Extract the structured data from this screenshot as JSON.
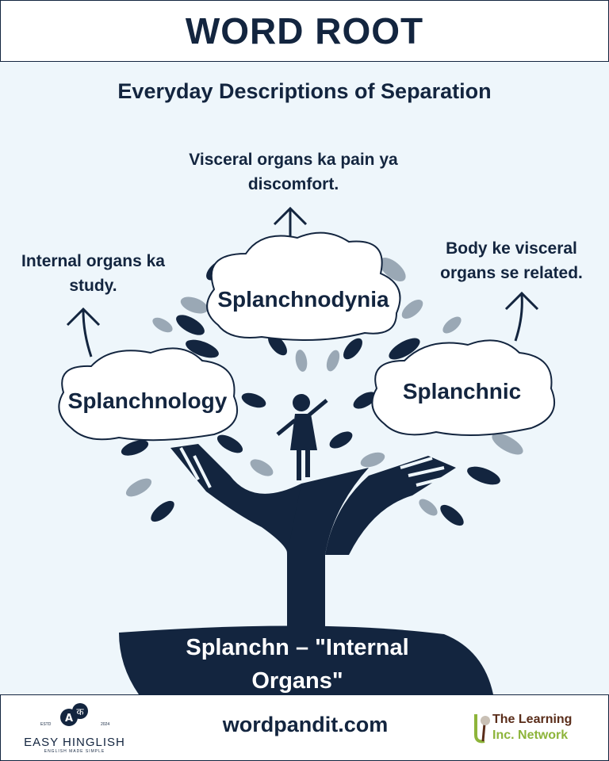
{
  "header": {
    "title": "WORD ROOT"
  },
  "subtitle": "Everyday Descriptions of Separation",
  "words": [
    {
      "word": "Splanchnodynia",
      "meaning": "Visceral organs ka pain ya discomfort."
    },
    {
      "word": "Splanchnology",
      "meaning": "Internal organs ka study."
    },
    {
      "word": "Splanchnic",
      "meaning": "Body ke visceral organs se related."
    }
  ],
  "root": {
    "text": "Splanchn – \"Internal Organs\""
  },
  "footer": {
    "site": "wordpandit.com",
    "easy_hinglish": {
      "name": "EASY HINGLISH",
      "tagline": "ENGLISH MADE SIMPLE",
      "estd": "ESTD",
      "year": "2024",
      "glyph_a": "A",
      "glyph_ka": "क"
    },
    "learning": {
      "line1": "The Learning",
      "line2": "Inc. Network"
    }
  },
  "colors": {
    "navy": "#13253f",
    "background": "#eef6fb",
    "leaf_gray": "#9aa8b5",
    "green": "#8db43a",
    "brown": "#5a2d1a"
  }
}
